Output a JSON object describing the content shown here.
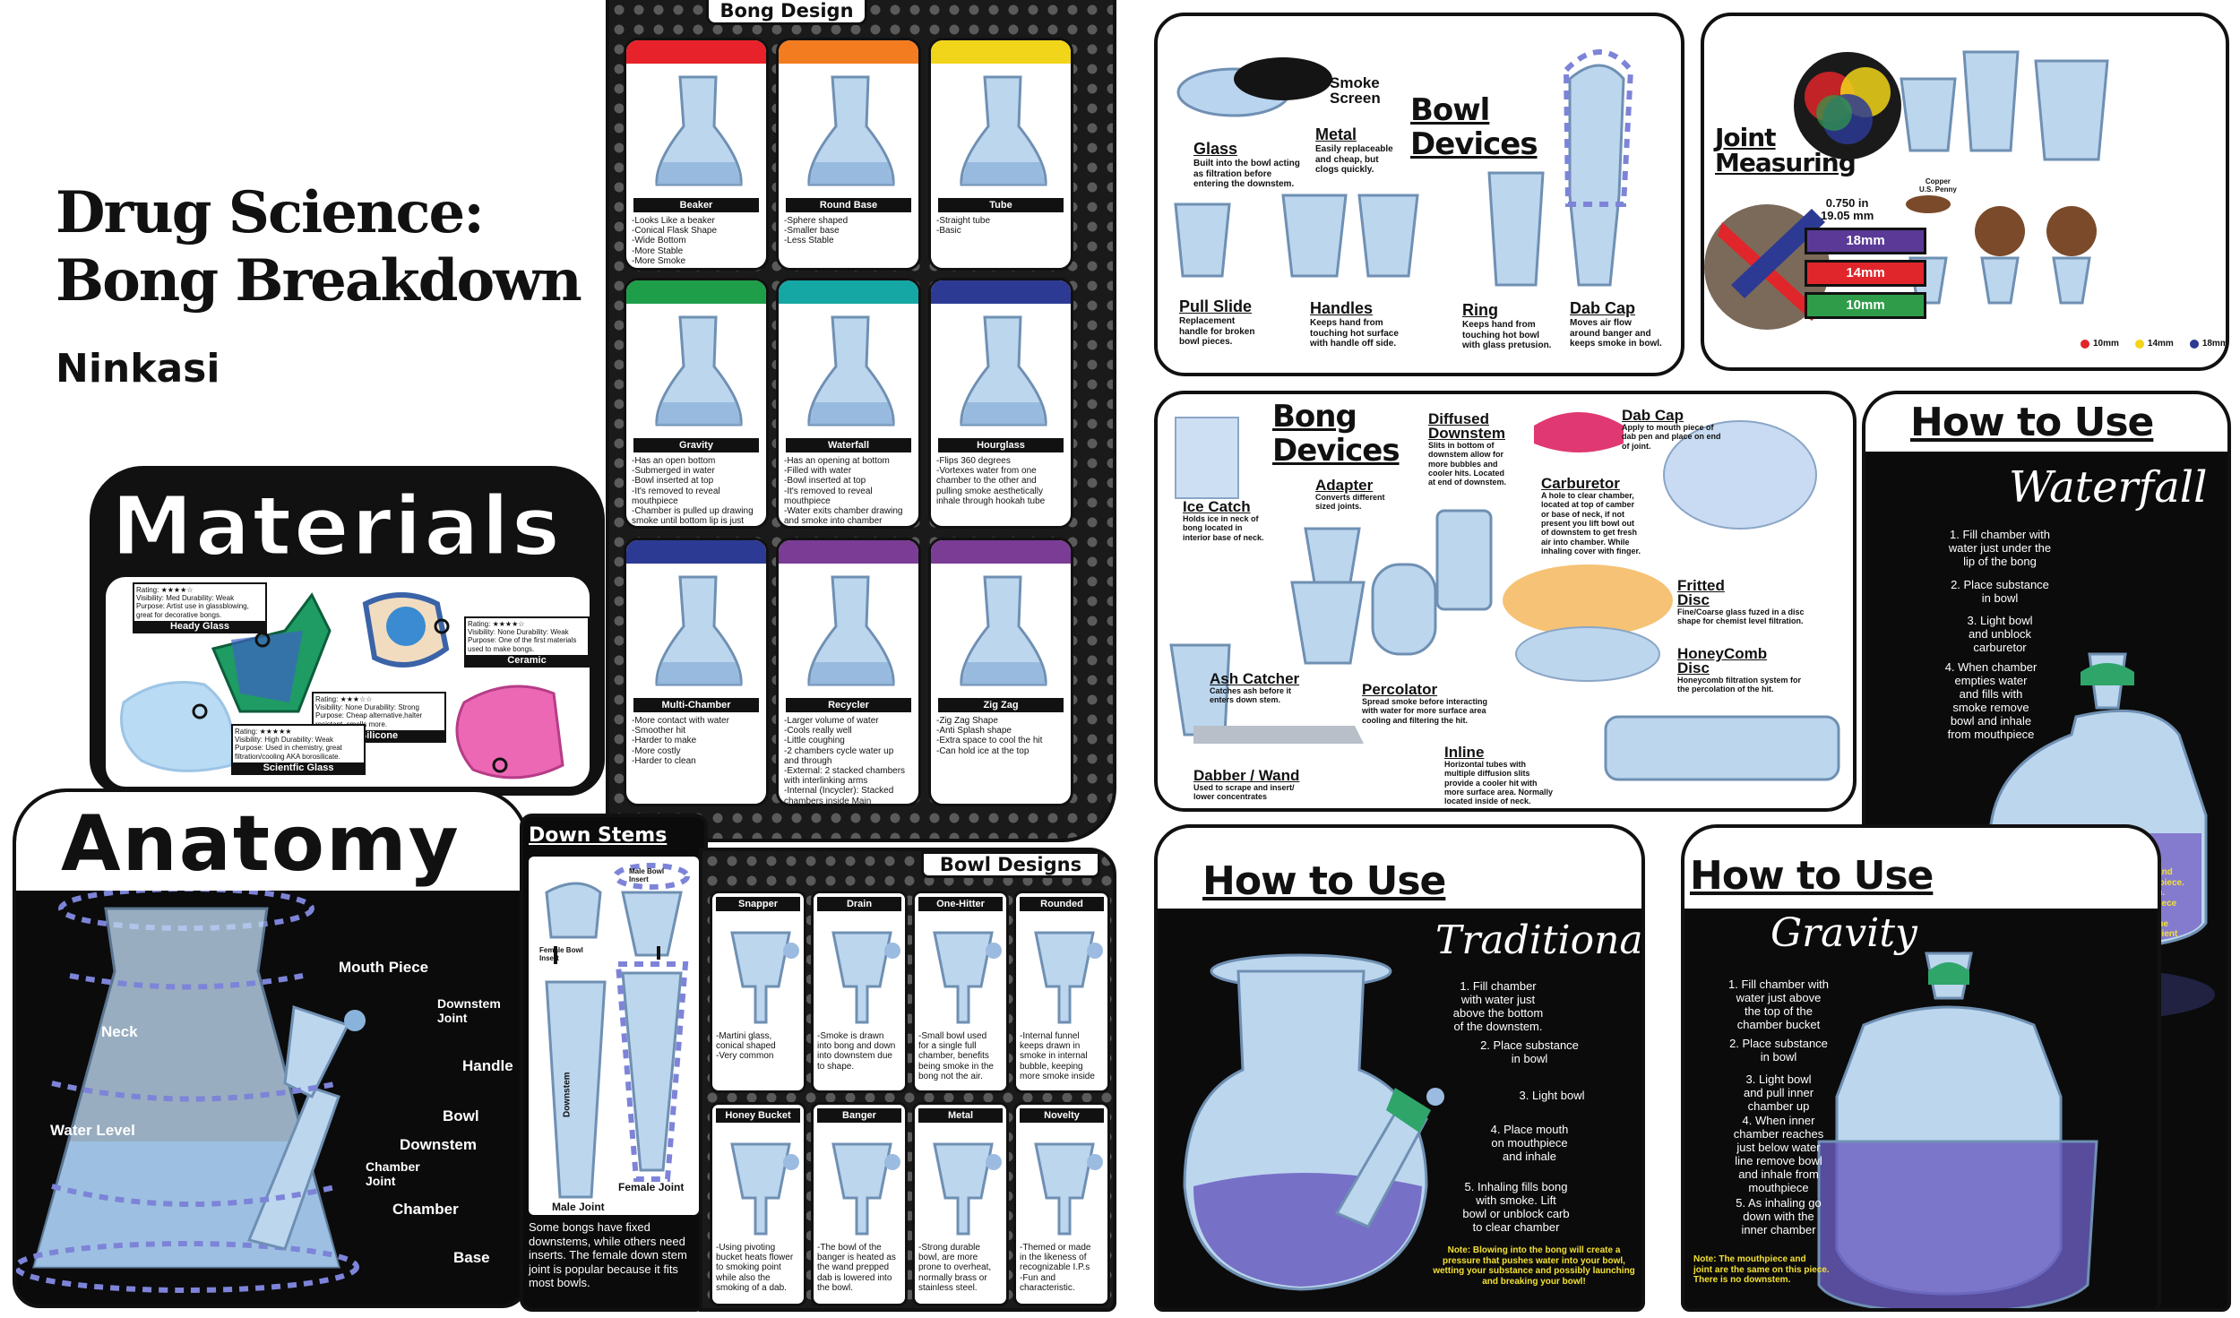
{
  "title": {
    "line1": "Drug Science:",
    "line2": "Bong Breakdown",
    "author": "Ninkasi"
  },
  "materials": {
    "heading": "Materials",
    "items": [
      {
        "name": "Heady Glass",
        "info": "Rating: ★★★★☆\nVisibility: Med  Durability: Weak\nPurpose: Artist use in glassblowing,\ngreat for decorative bongs."
      },
      {
        "name": "Ceramic",
        "info": "Rating: ★★★★☆\nVisibility: None  Durability: Weak\nPurpose: One of the first materials\nused to make bongs."
      },
      {
        "name": "Silicone",
        "info": "Rating: ★★★☆☆\nVisibility: None  Durability: Strong\nPurpose: Cheap alternative,halter\nresistant, smells more."
      },
      {
        "name": "Scientfic Glass",
        "info": "Rating: ★★★★★\nVisibility: High  Durability: Weak\nPurpose: Used in chemistry, great\nfiltration/cooling AKA borosilicate."
      }
    ]
  },
  "anatomy": {
    "heading": "Anatomy",
    "labels": [
      "Mouth Piece",
      "Neck",
      "Downstem\nJoint",
      "Handle",
      "Bowl",
      "Water Level",
      "Downstem",
      "Chamber\nJoint",
      "Chamber",
      "Base"
    ]
  },
  "bong_design": {
    "heading": "Bong Design",
    "colors": [
      "#e8222a",
      "#f47c20",
      "#f1d51a",
      "#1f9e49",
      "#15a7a3",
      "#2d3a94",
      "#2d3a94",
      "#7b3c96",
      "#7b3c96"
    ],
    "cards": [
      {
        "name": "Beaker",
        "text": "-Looks Like a beaker\n-Conical Flask Shape\n-Wide Bottom\n              -More Stable\n              -More Smoke"
      },
      {
        "name": "Round Base",
        "text": "-Sphere shaped\n-Smaller base\n              -Less Stable"
      },
      {
        "name": "Tube",
        "text": "-Straight tube\n-Basic"
      },
      {
        "name": "Gravity",
        "text": "-Has an open bottom\n-Submerged in water\n-Bowl inserted at top\n-It's removed to reveal\nmouthpiece\n-Chamber is pulled up drawing\nsmoke until bottom lip is just\nunder the water level"
      },
      {
        "name": "Waterfall",
        "text": "-Has an opening at bottom\n-Filled with water\n-Bowl inserted at top\n-It's removed to reveal\nmouthpiece\n-Water exits chamber drawing\nand smoke into chamber"
      },
      {
        "name": "Hourglass",
        "text": "-Flips 360 degrees\n-Vortexes water from one\nchamber to the other and\npulling smoke aesthetically\ninhale through hookah tube"
      },
      {
        "name": "Multi-Chamber",
        "text": "-More contact with water\n              -Smoother hit\n-Harder to make\n              -More costly\n-Harder to clean"
      },
      {
        "name": "Recycler",
        "text": "-Larger volume of water\n-Cools really well\n        -Little coughing\n-2 chambers cycle water up\nand through\n-External: 2 stacked chambers\nwith interlinking arms\n-Internal (Incycler): Stacked\nchambers inside Main\nsmoking chamber\n-Aesthetically pleasing\n-Protects Glass\n-Pricey and Bulky"
      },
      {
        "name": "Zig Zag",
        "text": "-Zig Zag Shape\n-Anti Splash shape\n-Extra space to cool the hit\n-Can hold ice at the top"
      }
    ]
  },
  "down_stems": {
    "heading": "Down Stems",
    "labels": [
      "Male Bowl\nInsert",
      "Female Bowl\nInsert",
      "Downstem",
      "Male Joint",
      "Female Joint"
    ],
    "text": "Some bongs have fixed downstems, while others need inserts. The female down stem joint is popular because it fits most bowls."
  },
  "bowl_designs": {
    "heading": "Bowl Designs",
    "cards": [
      {
        "name": "Snapper",
        "text": "-Martini glass,\nconical shaped\n-Very common"
      },
      {
        "name": "Drain",
        "text": "-Smoke is drawn\ninto bong and down\ninto downstem due\nto shape."
      },
      {
        "name": "One-Hitter",
        "text": "-Small bowl used\nfor a single full\nchamber, benefits\nbeing smoke in the\nbong not the air."
      },
      {
        "name": "Rounded",
        "text": "-Internal funnel\nkeeps drawn in\nsmoke in internal\nbubble, keeping\nmore smoke inside"
      },
      {
        "name": "Honey Bucket",
        "text": "-Using pivoting\nbucket heats flower\nto smoking point\nwhile also the\nsmoking of a dab."
      },
      {
        "name": "Banger",
        "text": "-The bowl of the\nbanger is heated as\nthe wand prepped\ndab is lowered into\nthe bowl."
      },
      {
        "name": "Metal",
        "text": "-Strong durable\nbowl, are more\nprone to overheat,\nnormally brass or\nstainless steel."
      },
      {
        "name": "Novelty",
        "text": "-Themed or made\nin the likeness of\nrecognizable I.P.s\n-Fun and\ncharacteristic."
      }
    ]
  },
  "bowl_devices": {
    "heading": "Bowl\nDevices",
    "items": [
      {
        "name": "Smoke\nScreen",
        "text": ""
      },
      {
        "name": "Glass",
        "text": "Built into the bowl acting\nas filtration before\nentering the downstem."
      },
      {
        "name": "Metal",
        "text": "Easily replaceable\nand cheap, but\nclogs quickly."
      },
      {
        "name": "Pull Slide",
        "text": "Replacement\nhandle for broken\nbowl pieces."
      },
      {
        "name": "Handles",
        "text": "Keeps hand from\ntouching hot surface\nwith handle off side."
      },
      {
        "name": "Ring",
        "text": "Keeps hand from\ntouching hot bowl\nwith glass pretusion."
      },
      {
        "name": "Dab Cap",
        "text": "Moves air flow\naround banger and\nkeeps smoke in bowl."
      }
    ]
  },
  "joint_measuring": {
    "heading": "Joint\nMeasuring",
    "penny": "Copper\nU.S. Penny",
    "measure": "0.750 in\n19.05 mm",
    "sizes": [
      {
        "label": "18mm",
        "color": "#5a3a96"
      },
      {
        "label": "14mm",
        "color": "#e0262a"
      },
      {
        "label": "10mm",
        "color": "#2f9c4a"
      }
    ],
    "legend": [
      {
        "label": "10mm",
        "color": "#e0262a"
      },
      {
        "label": "14mm",
        "color": "#f1d51a"
      },
      {
        "label": "18mm",
        "color": "#2d3a94"
      }
    ]
  },
  "bong_devices": {
    "heading": "Bong\nDevices",
    "items": [
      {
        "name": "Ice Catch",
        "text": "Holds ice in neck of\nbong located in\ninterior base of neck."
      },
      {
        "name": "Adapter",
        "text": "Converts different\nsized joints."
      },
      {
        "name": "Diffused\nDownstem",
        "text": "Slits in bottom of\ndownstem allow for\nmore bubbles and\ncooler hits. Located\nat end of downstem."
      },
      {
        "name": "Dab Cap",
        "text": "Apply to mouth piece of\ndab pen and place on end\nof joint."
      },
      {
        "name": "Carburetor",
        "text": "A hole to clear chamber,\nlocated at top of camber\nor base of neck, if not\npresent you lift bowl out\nof downstem to get fresh\nair into chamber. While\ninhaling cover with finger."
      },
      {
        "name": "Fritted\nDisc",
        "text": "Fine/Coarse glass fuzed in a disc\nshape for chemist level filtration."
      },
      {
        "name": "HoneyComb\nDisc",
        "text": "Honeycomb filtration system for\nthe percolation of the hit."
      },
      {
        "name": "Ash Catcher",
        "text": "Catches ash before it\nenters down stem."
      },
      {
        "name": "Percolator",
        "text": "Spread smoke before interacting\nwith water for more surface area\ncooling and filtering the hit."
      },
      {
        "name": "Inline",
        "text": "Horizontal tubes with\nmultiple diffusion slits\nprovide a cooler hit with\nmore surface area. Normally\nlocated inside of neck."
      },
      {
        "name": "Dabber / Wand",
        "text": "Used to scrape and insert/\nlower concentrates"
      }
    ]
  },
  "how_to_use": [
    {
      "heading": "How to Use",
      "type": "Waterfall",
      "steps": [
        "1. Fill chamber with\nwater just under the\nlip of the bong",
        "2. Place substance\nin bowl",
        "3. Light bowl\nand unblock\ncarburetor",
        "4. When chamber\nempties water\nand fills with\nsmoke remove\nbowl and inhale\nfrom mouthpiece"
      ],
      "note": "Note: The mouthpiece and\njoint are the same on this piece.\nThere is no downstem.\nThe carburetor on this piece\nholds in the water\nUse in a place where the\ndisposal of water is convient"
    },
    {
      "heading": "How to Use",
      "type": "Traditional",
      "steps": [
        "1. Fill chamber\nwith water just\nabove the bottom\nof the downstem.",
        "2. Place substance\nin bowl",
        "3. Light bowl",
        "4. Place mouth\non mouthpiece\nand inhale",
        "5. Inhaling fills bong\nwith smoke. Lift\nbowl or unblock carb\nto clear chamber"
      ],
      "note": "Note: Blowing into the bong will create a\npressure that pushes water into your bowl,\nwetting your substance and possibly launching\nand breaking your bowl!"
    },
    {
      "heading": "How to Use",
      "type": "Gravity",
      "steps": [
        "1. Fill chamber with\nwater just above\nthe top of the\nchamber bucket",
        "2. Place substance\nin bowl",
        "3. Light bowl\nand pull inner\nchamber up",
        "4. When inner\nchamber reaches\njust below water\nline remove bowl\nand inhale from\nmouthpiece",
        "5. As inhaling go\ndown with the\ninner chamber"
      ],
      "note": "Note: The mouthpiece and\njoint are the same on this piece.\nThere is no downstem."
    }
  ]
}
